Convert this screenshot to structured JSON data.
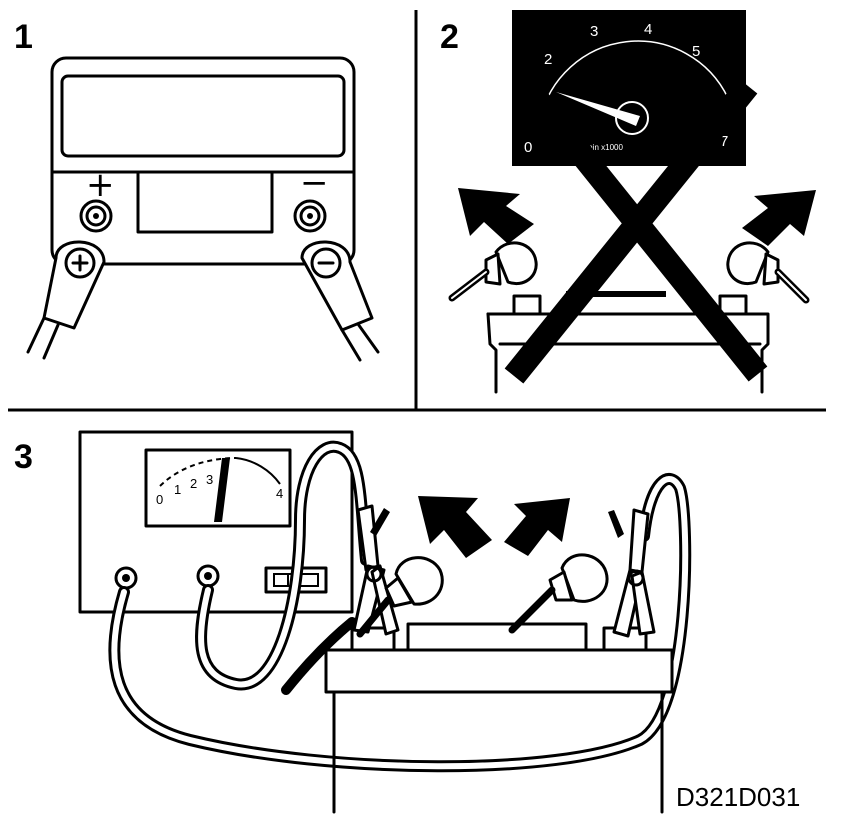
{
  "panels": [
    {
      "number": "1"
    },
    {
      "number": "2"
    },
    {
      "number": "3"
    }
  ],
  "battery_symbols": {
    "plus": "+",
    "minus": "−"
  },
  "tachometer": {
    "scale": [
      "0",
      "2",
      "3",
      "4",
      "5",
      "7"
    ],
    "unit_label": "min x1000"
  },
  "charger_dial": {
    "scale": [
      "0",
      "1",
      "2",
      "3",
      "4"
    ]
  },
  "figure_code": "D321D031"
}
